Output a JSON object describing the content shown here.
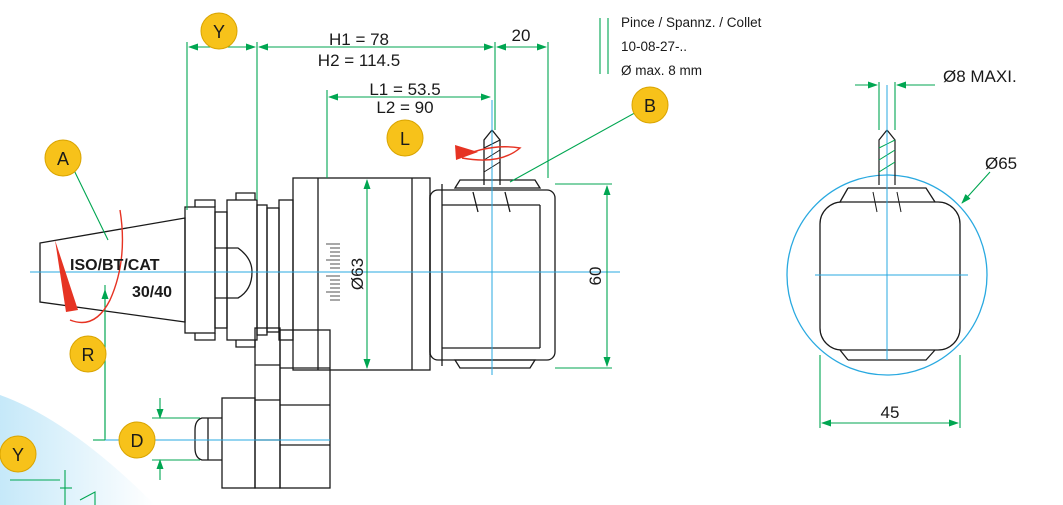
{
  "dimensions": {
    "h1": "H1 = 78",
    "h2": "H2 = 114.5",
    "l1": "L1 = 53.5",
    "l2": "L2 = 90",
    "collet_width": "20",
    "body_diameter": "Ø63",
    "head_height": "60",
    "max_tool": "Ø8 MAXI.",
    "head_diameter": "Ø65",
    "head_width": "45"
  },
  "collet_note": {
    "line1": "Pince / Spannz. / Collet",
    "line2": "10-08-27-..",
    "line3": "Ø max. 8 mm"
  },
  "taper": {
    "line1": "ISO/BT/CAT",
    "line2": "30/40"
  },
  "markers": {
    "y_top": "Y",
    "y_bottom": "Y",
    "l": "L",
    "a": "A",
    "b": "B",
    "r": "R",
    "d": "D"
  },
  "colors": {
    "dimension_lines": "#00a651",
    "marker_fill": "#f7c21a",
    "rotation_arrow": "#e63323",
    "center_line": "#29a9e0"
  }
}
